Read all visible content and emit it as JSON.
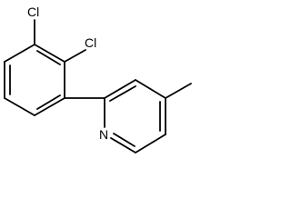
{
  "molecule": {
    "atoms": {
      "cl_1": "Cl",
      "cl_2": "Cl",
      "n_1": "N"
    },
    "colors": {
      "bond": "#000000",
      "text": "#000000",
      "background": "#ffffff"
    }
  }
}
